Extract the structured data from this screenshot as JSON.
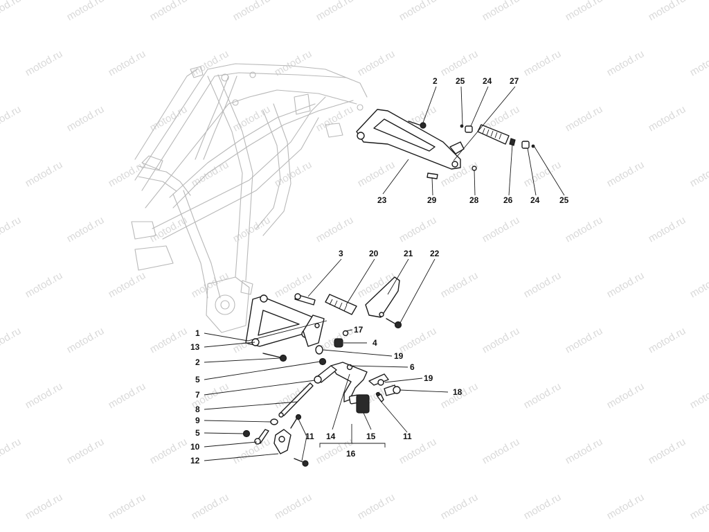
{
  "watermark": "motod.ru",
  "callouts": {
    "c2_top": "2",
    "c25_top": "25",
    "c24_top": "24",
    "c27": "27",
    "c23": "23",
    "c29": "29",
    "c28": "28",
    "c26": "26",
    "c24_bot": "24",
    "c25_bot": "25",
    "c3": "3",
    "c20": "20",
    "c21": "21",
    "c22": "22",
    "c1": "1",
    "c13": "13",
    "c17": "17",
    "c4": "4",
    "c19_a": "19",
    "c2_mid": "2",
    "c6": "6",
    "c5_a": "5",
    "c19_b": "19",
    "c18": "18",
    "c7": "7",
    "c8": "8",
    "c9": "9",
    "c5_b": "5",
    "c11_a": "11",
    "c11_b": "11",
    "c10": "10",
    "c12": "12",
    "c14": "14",
    "c15": "15",
    "c16": "16"
  }
}
